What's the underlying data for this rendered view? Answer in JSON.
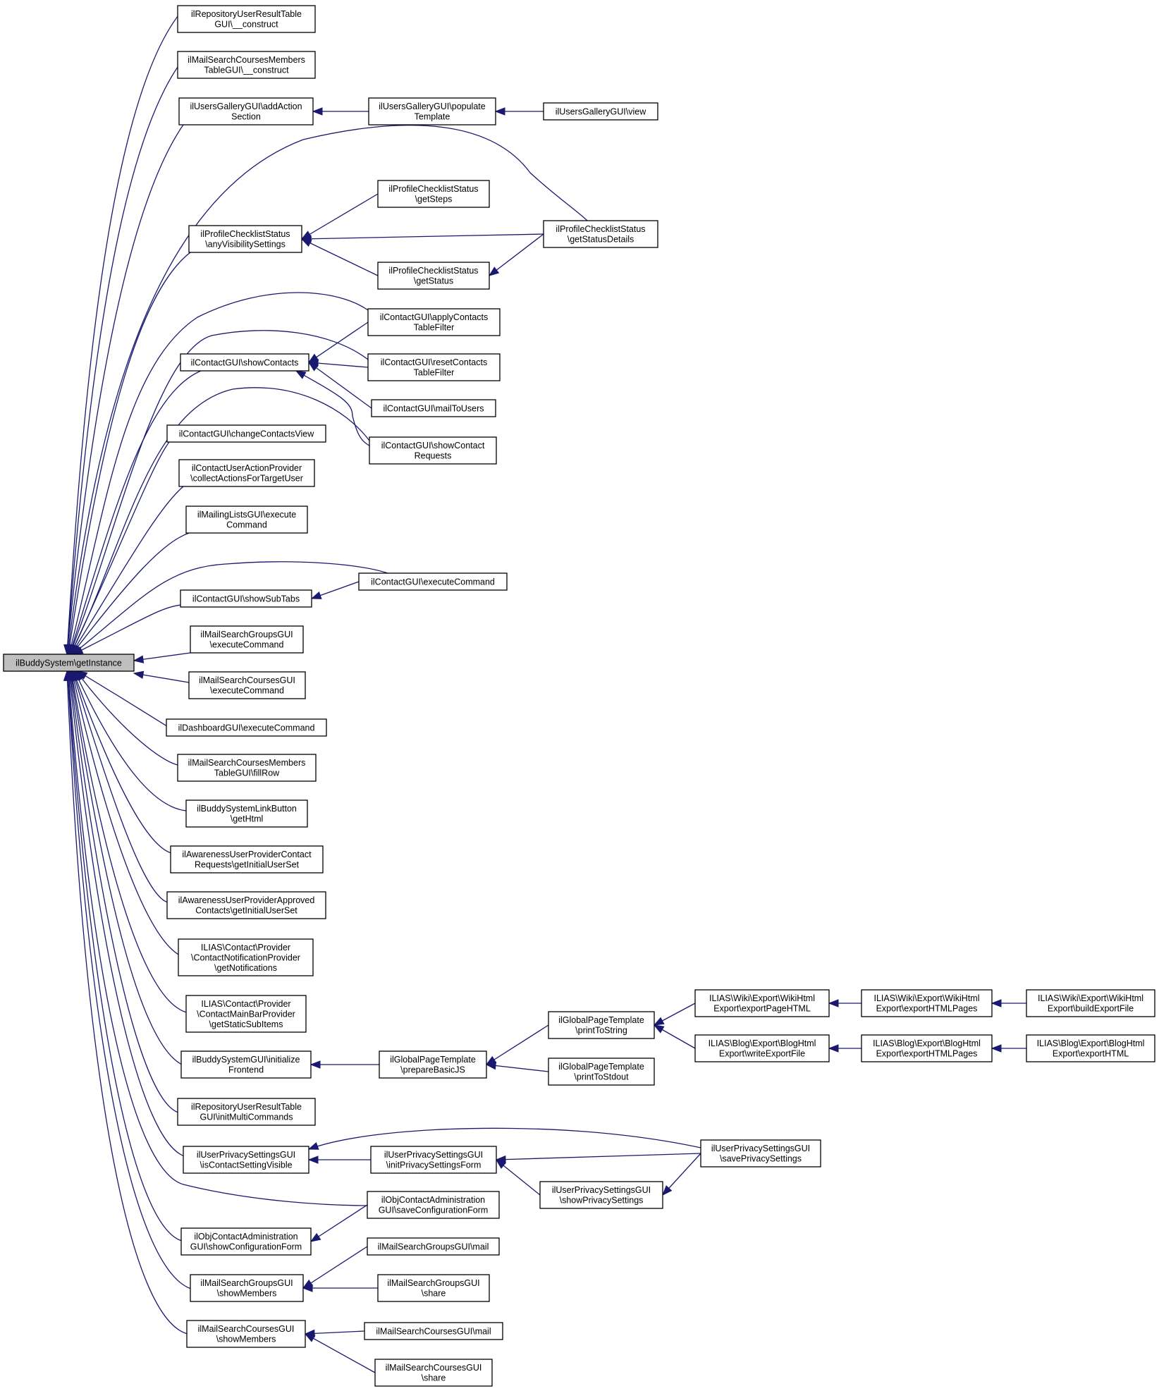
{
  "root": "ilBuddySystem\\getInstance",
  "nodes": [
    {
      "id": "n0",
      "lines": [
        "ilBuddySystem\\getInstance"
      ],
      "root": true
    },
    {
      "id": "n1",
      "lines": [
        "ilRepositoryUserResultTable",
        "GUI\\__construct"
      ]
    },
    {
      "id": "n2",
      "lines": [
        "ilMailSearchCoursesMembers",
        "TableGUI\\__construct"
      ]
    },
    {
      "id": "n3",
      "lines": [
        "ilUsersGalleryGUI\\addAction",
        "Section"
      ]
    },
    {
      "id": "n4",
      "lines": [
        "ilUsersGalleryGUI\\populate",
        "Template"
      ]
    },
    {
      "id": "n5",
      "lines": [
        "ilUsersGalleryGUI\\view"
      ]
    },
    {
      "id": "n6",
      "lines": [
        "ilProfileChecklistStatus",
        "\\getSteps"
      ]
    },
    {
      "id": "n7",
      "lines": [
        "ilProfileChecklistStatus",
        "\\anyVisibilitySettings"
      ]
    },
    {
      "id": "n8",
      "lines": [
        "ilProfileChecklistStatus",
        "\\getStatusDetails"
      ]
    },
    {
      "id": "n9",
      "lines": [
        "ilProfileChecklistStatus",
        "\\getStatus"
      ]
    },
    {
      "id": "n10",
      "lines": [
        "ilContactGUI\\applyContacts",
        "TableFilter"
      ]
    },
    {
      "id": "n11",
      "lines": [
        "ilContactGUI\\showContacts"
      ]
    },
    {
      "id": "n12",
      "lines": [
        "ilContactGUI\\resetContacts",
        "TableFilter"
      ]
    },
    {
      "id": "n13",
      "lines": [
        "ilContactGUI\\mailToUsers"
      ]
    },
    {
      "id": "n14",
      "lines": [
        "ilContactGUI\\changeContactsView"
      ]
    },
    {
      "id": "n15",
      "lines": [
        "ilContactGUI\\showContact",
        "Requests"
      ]
    },
    {
      "id": "n16",
      "lines": [
        "ilContactUserActionProvider",
        "\\collectActionsForTargetUser"
      ]
    },
    {
      "id": "n17",
      "lines": [
        "ilMailingListsGUI\\execute",
        "Command"
      ]
    },
    {
      "id": "n18",
      "lines": [
        "ilContactGUI\\executeCommand"
      ]
    },
    {
      "id": "n19",
      "lines": [
        "ilContactGUI\\showSubTabs"
      ]
    },
    {
      "id": "n20",
      "lines": [
        "ilMailSearchGroupsGUI",
        "\\executeCommand"
      ]
    },
    {
      "id": "n21",
      "lines": [
        "ilMailSearchCoursesGUI",
        "\\executeCommand"
      ]
    },
    {
      "id": "n22",
      "lines": [
        "ilDashboardGUI\\executeCommand"
      ]
    },
    {
      "id": "n23",
      "lines": [
        "ilMailSearchCoursesMembers",
        "TableGUI\\fillRow"
      ]
    },
    {
      "id": "n24",
      "lines": [
        "ilBuddySystemLinkButton",
        "\\getHtml"
      ]
    },
    {
      "id": "n25",
      "lines": [
        "ilAwarenessUserProviderContact",
        "Requests\\getInitialUserSet"
      ]
    },
    {
      "id": "n26",
      "lines": [
        "ilAwarenessUserProviderApproved",
        "Contacts\\getInitialUserSet"
      ]
    },
    {
      "id": "n27",
      "lines": [
        "ILIAS\\Contact\\Provider",
        "\\ContactNotificationProvider",
        "\\getNotifications"
      ]
    },
    {
      "id": "n28",
      "lines": [
        "ILIAS\\Contact\\Provider",
        "\\ContactMainBarProvider",
        "\\getStaticSubItems"
      ]
    },
    {
      "id": "n29",
      "lines": [
        "ilGlobalPageTemplate",
        "\\printToString"
      ]
    },
    {
      "id": "n30",
      "lines": [
        "ILIAS\\Wiki\\Export\\WikiHtml",
        "Export\\exportPageHTML"
      ]
    },
    {
      "id": "n31",
      "lines": [
        "ILIAS\\Wiki\\Export\\WikiHtml",
        "Export\\exportHTMLPages"
      ]
    },
    {
      "id": "n32",
      "lines": [
        "ILIAS\\Wiki\\Export\\WikiHtml",
        "Export\\buildExportFile"
      ]
    },
    {
      "id": "n33",
      "lines": [
        "ILIAS\\Blog\\Export\\BlogHtml",
        "Export\\writeExportFile"
      ]
    },
    {
      "id": "n34",
      "lines": [
        "ILIAS\\Blog\\Export\\BlogHtml",
        "Export\\exportHTMLPages"
      ]
    },
    {
      "id": "n35",
      "lines": [
        "ILIAS\\Blog\\Export\\BlogHtml",
        "Export\\exportHTML"
      ]
    },
    {
      "id": "n36",
      "lines": [
        "ilBuddySystemGUI\\initialize",
        "Frontend"
      ]
    },
    {
      "id": "n37",
      "lines": [
        "ilGlobalPageTemplate",
        "\\prepareBasicJS"
      ]
    },
    {
      "id": "n38",
      "lines": [
        "ilGlobalPageTemplate",
        "\\printToStdout"
      ]
    },
    {
      "id": "n39",
      "lines": [
        "ilRepositoryUserResultTable",
        "GUI\\initMultiCommands"
      ]
    },
    {
      "id": "n40",
      "lines": [
        "ilUserPrivacySettingsGUI",
        "\\savePrivacySettings"
      ]
    },
    {
      "id": "n41",
      "lines": [
        "ilUserPrivacySettingsGUI",
        "\\isContactSettingVisible"
      ]
    },
    {
      "id": "n42",
      "lines": [
        "ilUserPrivacySettingsGUI",
        "\\initPrivacySettingsForm"
      ]
    },
    {
      "id": "n43",
      "lines": [
        "ilObjContactAdministration",
        "GUI\\saveConfigurationForm"
      ]
    },
    {
      "id": "n44",
      "lines": [
        "ilUserPrivacySettingsGUI",
        "\\showPrivacySettings"
      ]
    },
    {
      "id": "n45",
      "lines": [
        "ilObjContactAdministration",
        "GUI\\showConfigurationForm"
      ]
    },
    {
      "id": "n46",
      "lines": [
        "ilMailSearchGroupsGUI\\mail"
      ]
    },
    {
      "id": "n47",
      "lines": [
        "ilMailSearchGroupsGUI",
        "\\showMembers"
      ]
    },
    {
      "id": "n48",
      "lines": [
        "ilMailSearchGroupsGUI",
        "\\share"
      ]
    },
    {
      "id": "n49",
      "lines": [
        "ilMailSearchCoursesGUI\\mail"
      ]
    },
    {
      "id": "n50",
      "lines": [
        "ilMailSearchCoursesGUI",
        "\\showMembers"
      ]
    },
    {
      "id": "n51",
      "lines": [
        "ilMailSearchCoursesGUI",
        "\\share"
      ]
    }
  ],
  "edges": [
    [
      "n0",
      "n1"
    ],
    [
      "n0",
      "n2"
    ],
    [
      "n0",
      "n3"
    ],
    [
      "n0",
      "n8"
    ],
    [
      "n0",
      "n7"
    ],
    [
      "n0",
      "n10"
    ],
    [
      "n0",
      "n11"
    ],
    [
      "n0",
      "n12"
    ],
    [
      "n0",
      "n14"
    ],
    [
      "n0",
      "n15"
    ],
    [
      "n0",
      "n16"
    ],
    [
      "n0",
      "n17"
    ],
    [
      "n0",
      "n18"
    ],
    [
      "n0",
      "n19"
    ],
    [
      "n0",
      "n20"
    ],
    [
      "n0",
      "n21"
    ],
    [
      "n0",
      "n22"
    ],
    [
      "n0",
      "n23"
    ],
    [
      "n0",
      "n24"
    ],
    [
      "n0",
      "n25"
    ],
    [
      "n0",
      "n26"
    ],
    [
      "n0",
      "n27"
    ],
    [
      "n0",
      "n28"
    ],
    [
      "n0",
      "n36"
    ],
    [
      "n0",
      "n39"
    ],
    [
      "n0",
      "n41"
    ],
    [
      "n0",
      "n43"
    ],
    [
      "n0",
      "n45"
    ],
    [
      "n0",
      "n47"
    ],
    [
      "n0",
      "n50"
    ],
    [
      "n3",
      "n4"
    ],
    [
      "n4",
      "n5"
    ],
    [
      "n7",
      "n6"
    ],
    [
      "n7",
      "n8"
    ],
    [
      "n7",
      "n9"
    ],
    [
      "n9",
      "n8"
    ],
    [
      "n11",
      "n10"
    ],
    [
      "n11",
      "n12"
    ],
    [
      "n11",
      "n13"
    ],
    [
      "n11",
      "n15"
    ],
    [
      "n19",
      "n18"
    ],
    [
      "n36",
      "n37"
    ],
    [
      "n37",
      "n29"
    ],
    [
      "n37",
      "n38"
    ],
    [
      "n29",
      "n30"
    ],
    [
      "n29",
      "n33"
    ],
    [
      "n30",
      "n31"
    ],
    [
      "n31",
      "n32"
    ],
    [
      "n33",
      "n34"
    ],
    [
      "n34",
      "n35"
    ],
    [
      "n41",
      "n40"
    ],
    [
      "n41",
      "n42"
    ],
    [
      "n42",
      "n40"
    ],
    [
      "n42",
      "n44"
    ],
    [
      "n44",
      "n40"
    ],
    [
      "n45",
      "n43"
    ],
    [
      "n47",
      "n46"
    ],
    [
      "n47",
      "n48"
    ],
    [
      "n50",
      "n49"
    ],
    [
      "n50",
      "n51"
    ]
  ],
  "colors": {
    "edge": "#191970",
    "root_fill": "#bfbfbf",
    "node_fill": "#ffffff",
    "border": "#000000"
  }
}
